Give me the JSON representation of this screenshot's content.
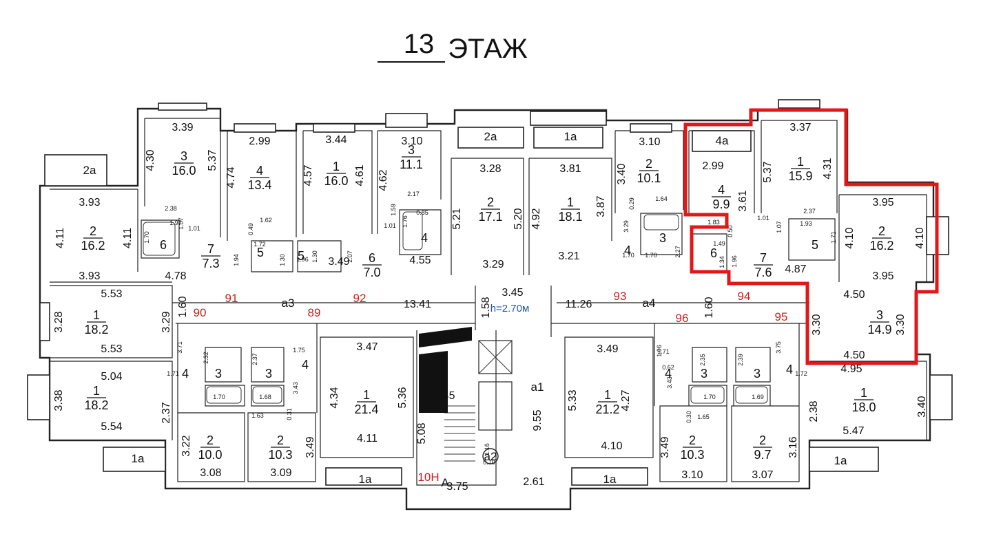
{
  "title": {
    "floor_number": "13",
    "floor_word": "ЭТАЖ"
  },
  "ceiling_height": "h=2.70м",
  "apartment_numbers": [
    {
      "id": "90",
      "label": "90"
    },
    {
      "id": "91",
      "label": "91"
    },
    {
      "id": "89",
      "label": "89"
    },
    {
      "id": "92",
      "label": "92"
    },
    {
      "id": "93",
      "label": "93"
    },
    {
      "id": "94",
      "label": "94"
    },
    {
      "id": "96",
      "label": "96"
    },
    {
      "id": "95",
      "label": "95"
    },
    {
      "id": "10h",
      "label": "10Н"
    }
  ],
  "zone_labels": [
    {
      "id": "2a-left",
      "label": "2а"
    },
    {
      "id": "2a-center",
      "label": "2а"
    },
    {
      "id": "1a-center-top",
      "label": "1а"
    },
    {
      "id": "4a-right",
      "label": "4а"
    },
    {
      "id": "1a-left-bottom",
      "label": "1а"
    },
    {
      "id": "1a-stair-bottom",
      "label": "1а"
    },
    {
      "id": "1a-center-bottom",
      "label": "1а"
    },
    {
      "id": "1a-right-bottom",
      "label": "1а"
    },
    {
      "id": "a3",
      "label": "а3"
    },
    {
      "id": "a4",
      "label": "а4"
    },
    {
      "id": "a1",
      "label": "а1"
    },
    {
      "id": "a2",
      "label": "а2"
    },
    {
      "id": "A",
      "label": "А"
    }
  ],
  "areas": [
    {
      "id": "r1",
      "room": "3",
      "value": "16.0"
    },
    {
      "id": "r2",
      "room": "4",
      "value": "13.4"
    },
    {
      "id": "r3",
      "room": "1",
      "value": "16.0"
    },
    {
      "id": "r4",
      "room": "3",
      "value": "11.1"
    },
    {
      "id": "r5",
      "room": "2",
      "value": "17.1"
    },
    {
      "id": "r6",
      "room": "1",
      "value": "18.1"
    },
    {
      "id": "r7",
      "room": "2",
      "value": "10.1"
    },
    {
      "id": "r8",
      "room": "4",
      "value": "9.9"
    },
    {
      "id": "r9",
      "room": "1",
      "value": "15.9"
    },
    {
      "id": "r10",
      "room": "2",
      "value": "16.2"
    },
    {
      "id": "r11",
      "room": "7",
      "value": "7.3"
    },
    {
      "id": "r12",
      "room": "6",
      "value": "7.0"
    },
    {
      "id": "r13",
      "room": "7",
      "value": "7.6"
    },
    {
      "id": "r14",
      "room": "2",
      "value": "16.2"
    },
    {
      "id": "r15",
      "room": "1",
      "value": "18.2"
    },
    {
      "id": "r16",
      "room": "3",
      "value": "14.9"
    },
    {
      "id": "r17",
      "room": "1",
      "value": "18.2"
    },
    {
      "id": "r18",
      "room": "1",
      "value": "21.4"
    },
    {
      "id": "r19",
      "room": "1",
      "value": "21.2"
    },
    {
      "id": "r20",
      "room": "1",
      "value": "18.0"
    },
    {
      "id": "r21",
      "room": "2",
      "value": "10.0"
    },
    {
      "id": "r22",
      "room": "2",
      "value": "10.3"
    },
    {
      "id": "r23",
      "room": "2",
      "value": "10.3"
    },
    {
      "id": "r24",
      "room": "2",
      "value": "9.7"
    }
  ],
  "room_numbers": [
    {
      "id": "n1",
      "label": "6"
    },
    {
      "id": "n2",
      "label": "5"
    },
    {
      "id": "n3",
      "label": "5"
    },
    {
      "id": "n4",
      "label": "4"
    },
    {
      "id": "n5",
      "label": "4"
    },
    {
      "id": "n6",
      "label": "3"
    },
    {
      "id": "n7",
      "label": "6"
    },
    {
      "id": "n8",
      "label": "5"
    },
    {
      "id": "n9",
      "label": "4"
    },
    {
      "id": "n10",
      "label": "3"
    },
    {
      "id": "n11",
      "label": "3"
    },
    {
      "id": "n12",
      "label": "4"
    },
    {
      "id": "n13",
      "label": "4"
    },
    {
      "id": "n14",
      "label": "3"
    },
    {
      "id": "n15",
      "label": "3"
    },
    {
      "id": "n16",
      "label": "4"
    }
  ],
  "dimensions": [
    {
      "id": "d1",
      "label": "3.39"
    },
    {
      "id": "d2",
      "label": "4.30"
    },
    {
      "id": "d3",
      "label": "5.37"
    },
    {
      "id": "d4",
      "label": "2.99"
    },
    {
      "id": "d5",
      "label": "4.74"
    },
    {
      "id": "d6",
      "label": "3.44"
    },
    {
      "id": "d7",
      "label": "4.57"
    },
    {
      "id": "d8",
      "label": "4.61"
    },
    {
      "id": "d9",
      "label": "3.10"
    },
    {
      "id": "d10",
      "label": "4.62"
    },
    {
      "id": "d11",
      "label": "3.28"
    },
    {
      "id": "d12",
      "label": "3.81"
    },
    {
      "id": "d13",
      "label": "3.10"
    },
    {
      "id": "d14",
      "label": "3.40"
    },
    {
      "id": "d15",
      "label": "2.99"
    },
    {
      "id": "d16",
      "label": "3.37"
    },
    {
      "id": "d17",
      "label": "5.37"
    },
    {
      "id": "d18",
      "label": "4.31"
    },
    {
      "id": "d19",
      "label": "3.93"
    },
    {
      "id": "d20",
      "label": "4.11"
    },
    {
      "id": "d21",
      "label": "4.11"
    },
    {
      "id": "d22",
      "label": "3.93"
    },
    {
      "id": "d23",
      "label": "4.78"
    },
    {
      "id": "d24",
      "label": "3.49"
    },
    {
      "id": "d25",
      "label": "5.21"
    },
    {
      "id": "d26",
      "label": "5.20"
    },
    {
      "id": "d27",
      "label": "4.92"
    },
    {
      "id": "d28",
      "label": "3.87"
    },
    {
      "id": "d29",
      "label": "3.29"
    },
    {
      "id": "d30",
      "label": "3.21"
    },
    {
      "id": "d31",
      "label": "4.55"
    },
    {
      "id": "d32",
      "label": "3.61"
    },
    {
      "id": "d33",
      "label": "3.95"
    },
    {
      "id": "d34",
      "label": "4.10"
    },
    {
      "id": "d35",
      "label": "4.10"
    },
    {
      "id": "d36",
      "label": "3.95"
    },
    {
      "id": "d37",
      "label": "4.87"
    },
    {
      "id": "d38",
      "label": "5.53"
    },
    {
      "id": "d39",
      "label": "3.28"
    },
    {
      "id": "d40",
      "label": "3.29"
    },
    {
      "id": "d41",
      "label": "5.53"
    },
    {
      "id": "d42",
      "label": "1.60"
    },
    {
      "id": "d43",
      "label": "13.41"
    },
    {
      "id": "d44",
      "label": "1.58"
    },
    {
      "id": "d45",
      "label": "3.45"
    },
    {
      "id": "d46",
      "label": "11.26"
    },
    {
      "id": "d47",
      "label": "1.60"
    },
    {
      "id": "d48",
      "label": "4.50"
    },
    {
      "id": "d49",
      "label": "3.30"
    },
    {
      "id": "d50",
      "label": "3.30"
    },
    {
      "id": "d51",
      "label": "4.50"
    },
    {
      "id": "d52",
      "label": "5.04"
    },
    {
      "id": "d53",
      "label": "3.38"
    },
    {
      "id": "d54",
      "label": "2.37"
    },
    {
      "id": "d55",
      "label": "5.54"
    },
    {
      "id": "d56",
      "label": "3.47"
    },
    {
      "id": "d57",
      "label": "4.34"
    },
    {
      "id": "d58",
      "label": "5.36"
    },
    {
      "id": "d59",
      "label": "4.11"
    },
    {
      "id": "d60",
      "label": "2.45"
    },
    {
      "id": "d61",
      "label": "5.08"
    },
    {
      "id": "d62",
      "label": "9.55"
    },
    {
      "id": "d63",
      "label": "3.75"
    },
    {
      "id": "d64",
      "label": "2.61"
    },
    {
      "id": "d65",
      "label": "3.49"
    },
    {
      "id": "d66",
      "label": "5.33"
    },
    {
      "id": "d67",
      "label": "4.27"
    },
    {
      "id": "d68",
      "label": "4.10"
    },
    {
      "id": "d69",
      "label": "4.95"
    },
    {
      "id": "d70",
      "label": "2.38"
    },
    {
      "id": "d71",
      "label": "3.40"
    },
    {
      "id": "d72",
      "label": "5.47"
    },
    {
      "id": "d73",
      "label": "3.22"
    },
    {
      "id": "d74",
      "label": "3.08"
    },
    {
      "id": "d75",
      "label": "3.09"
    },
    {
      "id": "d76",
      "label": "3.49"
    },
    {
      "id": "d77",
      "label": "3.49"
    },
    {
      "id": "d78",
      "label": "3.10"
    },
    {
      "id": "d79",
      "label": "3.07"
    },
    {
      "id": "d80",
      "label": "3.16"
    }
  ],
  "small_dimensions": [
    {
      "id": "s1",
      "label": "2.38"
    },
    {
      "id": "s2",
      "label": "1.97"
    },
    {
      "id": "s3",
      "label": "1.70"
    },
    {
      "id": "s4",
      "label": "1.07"
    },
    {
      "id": "s5",
      "label": "1.01"
    },
    {
      "id": "s6",
      "label": "1.62"
    },
    {
      "id": "s7",
      "label": "0.49"
    },
    {
      "id": "s8",
      "label": "1.72"
    },
    {
      "id": "s9",
      "label": "1.30"
    },
    {
      "id": "s10",
      "label": "1.94"
    },
    {
      "id": "s11",
      "label": "1.96"
    },
    {
      "id": "s12",
      "label": "1.30"
    },
    {
      "id": "s13",
      "label": "2.07"
    },
    {
      "id": "s14",
      "label": "2.17"
    },
    {
      "id": "s15",
      "label": "1.59"
    },
    {
      "id": "s16",
      "label": "1.01"
    },
    {
      "id": "s17",
      "label": "1.76"
    },
    {
      "id": "s18",
      "label": "0.85"
    },
    {
      "id": "s19",
      "label": "0.29"
    },
    {
      "id": "s20",
      "label": "1.64"
    },
    {
      "id": "s21",
      "label": "3.29"
    },
    {
      "id": "s22",
      "label": "1.70"
    },
    {
      "id": "s23",
      "label": "1.70"
    },
    {
      "id": "s24",
      "label": "2.27"
    },
    {
      "id": "s25",
      "label": "1.83"
    },
    {
      "id": "s26",
      "label": "0.50"
    },
    {
      "id": "s27",
      "label": "1.49"
    },
    {
      "id": "s28",
      "label": "1.34"
    },
    {
      "id": "s29",
      "label": "1.96"
    },
    {
      "id": "s30",
      "label": "1.01"
    },
    {
      "id": "s31",
      "label": "1.07"
    },
    {
      "id": "s32",
      "label": "2.37"
    },
    {
      "id": "s33",
      "label": "1.93"
    },
    {
      "id": "s34",
      "label": "1.71"
    },
    {
      "id": "s35",
      "label": "3.71"
    },
    {
      "id": "s36",
      "label": "2.32"
    },
    {
      "id": "s37",
      "label": "2.37"
    },
    {
      "id": "s38",
      "label": "1.75"
    },
    {
      "id": "s39",
      "label": "1.71"
    },
    {
      "id": "s40",
      "label": "1.70"
    },
    {
      "id": "s41",
      "label": "1.68"
    },
    {
      "id": "s42",
      "label": "3.43"
    },
    {
      "id": "s43",
      "label": "1.63"
    },
    {
      "id": "s44",
      "label": "0.31"
    },
    {
      "id": "s45",
      "label": "1.06"
    },
    {
      "id": "s46",
      "label": "1.71"
    },
    {
      "id": "s47",
      "label": "0.62"
    },
    {
      "id": "s48",
      "label": "2.35"
    },
    {
      "id": "s49",
      "label": "2.39"
    },
    {
      "id": "s50",
      "label": "3.75"
    },
    {
      "id": "s51",
      "label": "3.43"
    },
    {
      "id": "s52",
      "label": "1.72"
    },
    {
      "id": "s53",
      "label": "1.70"
    },
    {
      "id": "s54",
      "label": "1.69"
    },
    {
      "id": "s55",
      "label": "0.30"
    },
    {
      "id": "s56",
      "label": "1.65"
    },
    {
      "id": "s57",
      "label": "1.16"
    },
    {
      "id": "s58",
      "label": "0.70"
    }
  ],
  "colors": {
    "highlight": "#e01818",
    "apartment_number": "#cc1e1e",
    "ceiling_note": "#1f56b0",
    "walls": "#222222"
  }
}
